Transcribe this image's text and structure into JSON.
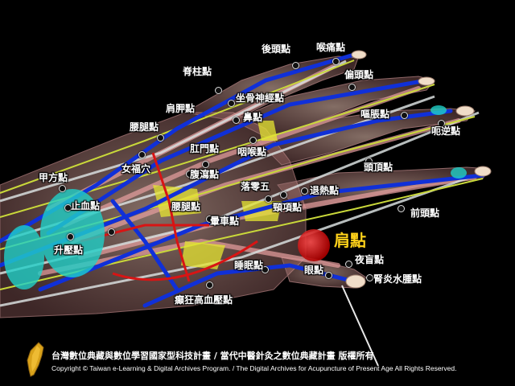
{
  "points": [
    {
      "id": "houtou",
      "label": "後頭點"
    },
    {
      "id": "houtong",
      "label": "喉痛點"
    },
    {
      "id": "jizhu",
      "label": "脊柱點"
    },
    {
      "id": "piantou",
      "label": "偏頭點"
    },
    {
      "id": "zuogu",
      "label": "坐骨神經點"
    },
    {
      "id": "jianjia",
      "label": "肩胛點"
    },
    {
      "id": "bi",
      "label": "鼻點"
    },
    {
      "id": "outu",
      "label": "嘔脹點"
    },
    {
      "id": "yaotui1",
      "label": "腰腿點"
    },
    {
      "id": "eni",
      "label": "呃逆點"
    },
    {
      "id": "yanhou",
      "label": "咽喉點"
    },
    {
      "id": "gangmen",
      "label": "肛門點"
    },
    {
      "id": "nvfu",
      "label": "女福穴"
    },
    {
      "id": "toudin",
      "label": "頭頂點"
    },
    {
      "id": "fuxie",
      "label": "腹瀉點"
    },
    {
      "id": "jiafang",
      "label": "甲方點"
    },
    {
      "id": "luozhen",
      "label": "落零五"
    },
    {
      "id": "tuire",
      "label": "退熱點"
    },
    {
      "id": "zhixue",
      "label": "止血點"
    },
    {
      "id": "yaotui2",
      "label": "腰腿點"
    },
    {
      "id": "jingxiang",
      "label": "頸項點"
    },
    {
      "id": "qiantou",
      "label": "前頭點"
    },
    {
      "id": "yunche",
      "label": "暈車點"
    },
    {
      "id": "jian",
      "label": "肩點",
      "highlight": true
    },
    {
      "id": "shengya",
      "label": "升壓點"
    },
    {
      "id": "shuimian",
      "label": "睡眠點"
    },
    {
      "id": "yemang",
      "label": "夜盲點"
    },
    {
      "id": "yan",
      "label": "眼點"
    },
    {
      "id": "shenyan",
      "label": "腎炎水腫點"
    },
    {
      "id": "dian",
      "label": "癲狂高血壓點"
    }
  ],
  "footer": {
    "line1": "台灣數位典藏與數位學習國家型科技計畫 / 當代中醫針灸之數位典藏計畫 版權所有",
    "line2": "Copyright © Taiwan e-Learning & Digital Archives Program. / The Digital Archives for Acupuncture of Present Age All Rights Reserved."
  },
  "colors": {
    "vein": "#1030d8",
    "artery": "#d81414",
    "nerve": "#e6e632",
    "muscle": "#e8a0a0",
    "tendon": "#cfd8d8",
    "highlight": "#ffd21a",
    "marker": "#e01818"
  }
}
